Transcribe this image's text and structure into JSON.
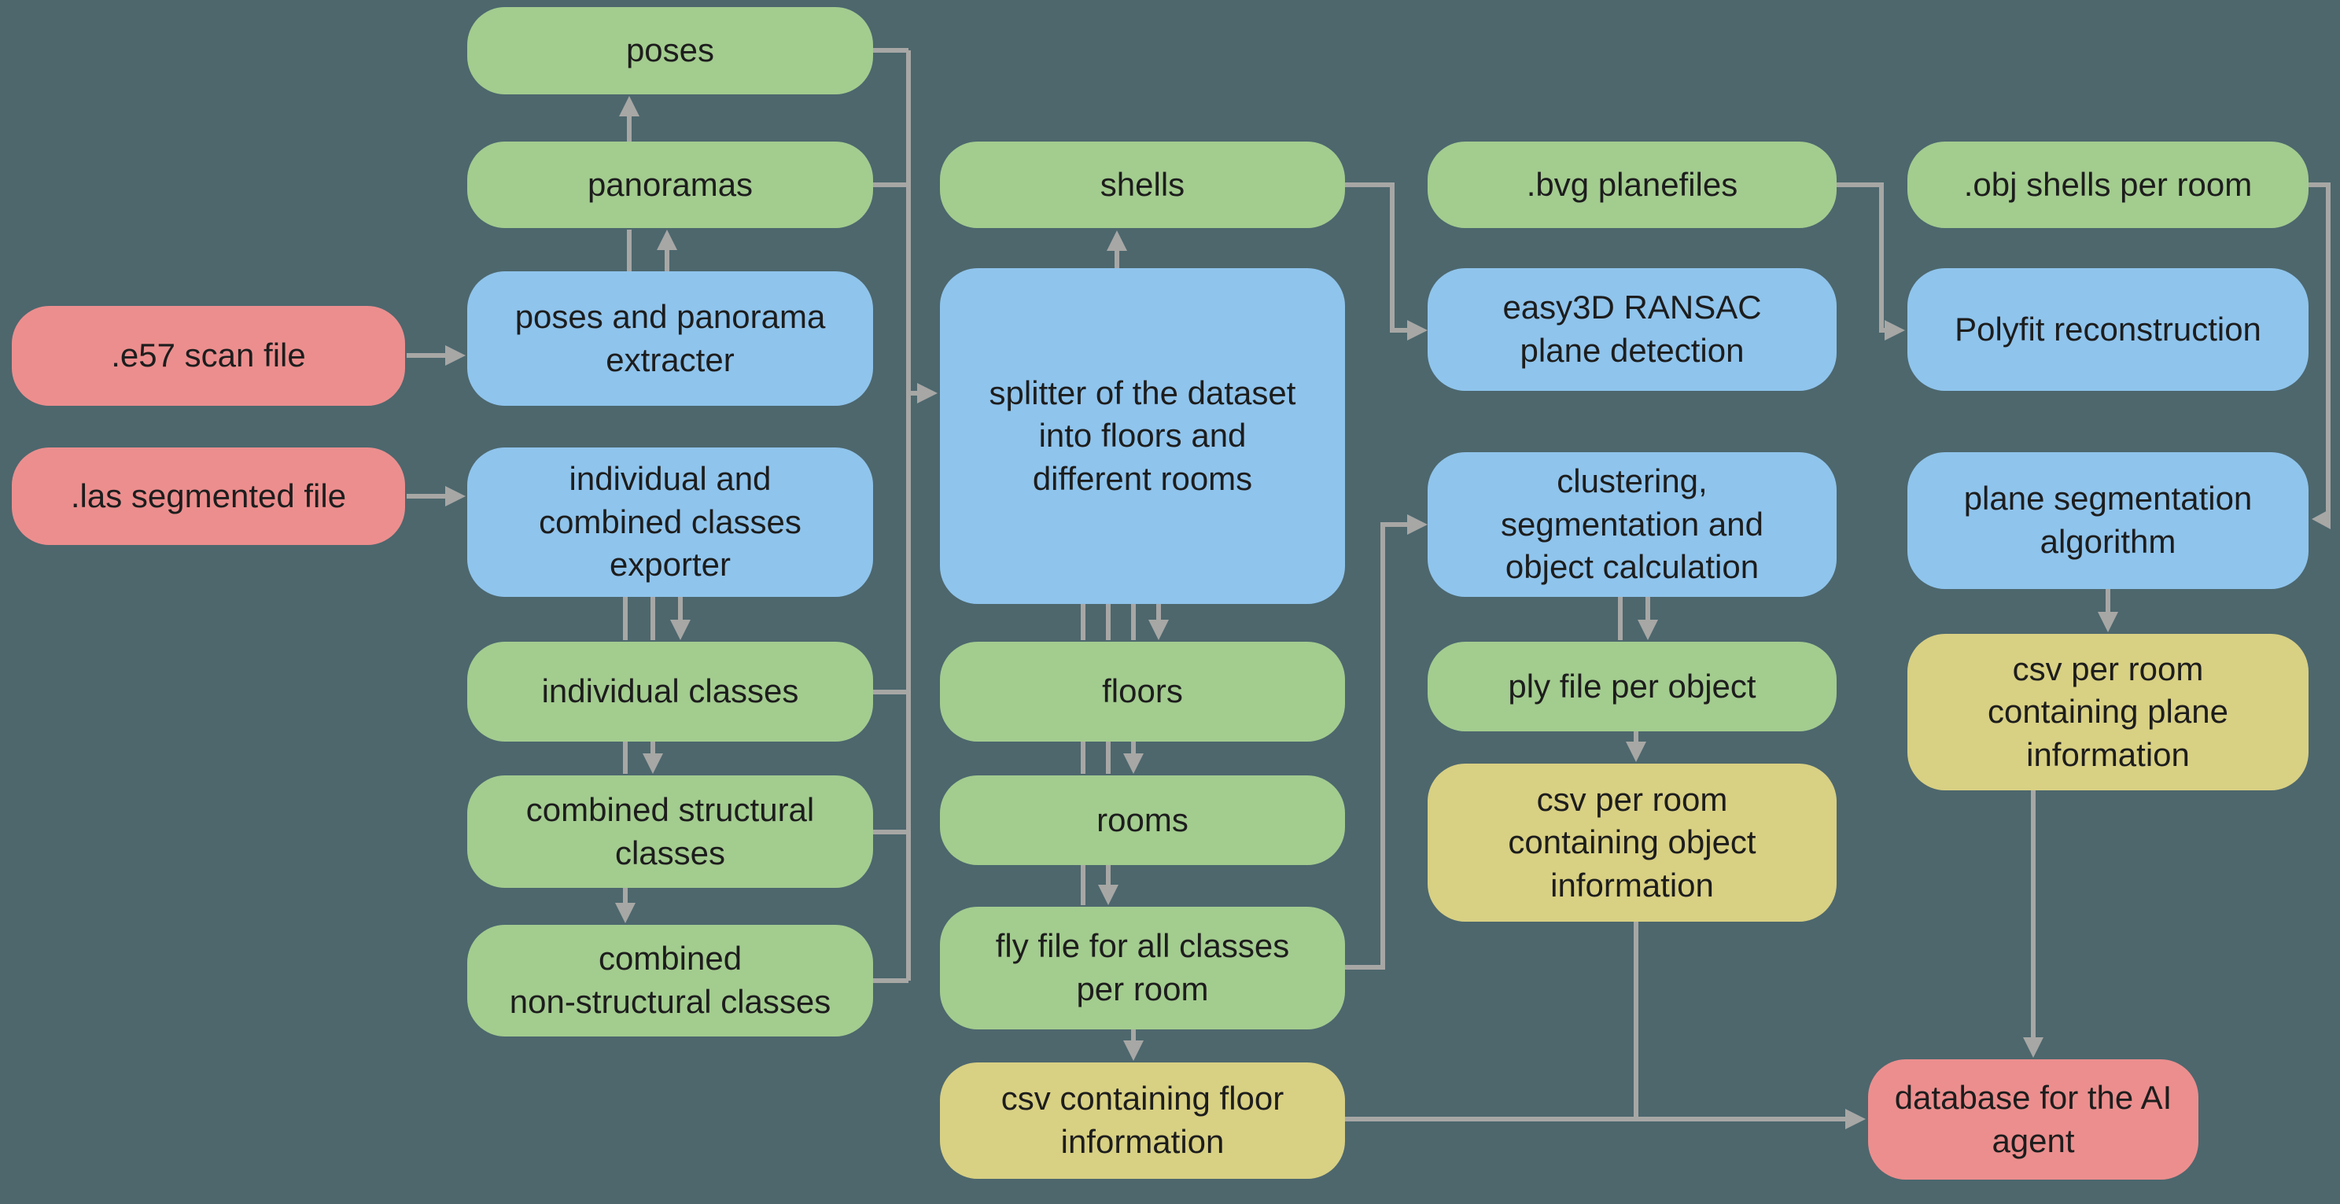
{
  "diagram": {
    "palette": {
      "background": "#4d676d",
      "connector": "#a7a7a5",
      "input_output_box": "#ec8e8e",
      "data_box": "#a3cc8f",
      "process_box": "#8fc4ec",
      "csv_box": "#d8d083",
      "text": "#1d1d1d"
    },
    "nodes": {
      "e57": {
        "label": ".e57 scan file",
        "type": "input"
      },
      "las": {
        "label": ".las segmented file",
        "type": "input"
      },
      "poses": {
        "label": "poses",
        "type": "data"
      },
      "panoramas": {
        "label": "panoramas",
        "type": "data"
      },
      "extracter": {
        "label": "poses and panorama\nextracter",
        "type": "process"
      },
      "exporter": {
        "label": "individual and\ncombined classes\nexporter",
        "type": "process"
      },
      "individual": {
        "label": "individual classes",
        "type": "data"
      },
      "structural": {
        "label": "combined structural\nclasses",
        "type": "data"
      },
      "nonstructural": {
        "label": "combined\nnon-structural classes",
        "type": "data"
      },
      "shells": {
        "label": "shells",
        "type": "data"
      },
      "splitter": {
        "label": "splitter of the dataset\ninto floors and\ndifferent rooms",
        "type": "process"
      },
      "floors": {
        "label": "floors",
        "type": "data"
      },
      "rooms": {
        "label": "rooms",
        "type": "data"
      },
      "flyfile": {
        "label": "fly file for all classes\nper room",
        "type": "data"
      },
      "csvfloor": {
        "label": "csv containing floor\ninformation",
        "type": "csv"
      },
      "bvg": {
        "label": ".bvg planefiles",
        "type": "data"
      },
      "easy3d": {
        "label": "easy3D RANSAC\nplane detection",
        "type": "process"
      },
      "clustering": {
        "label": "clustering,\nsegmentation and\nobject calculation",
        "type": "process"
      },
      "ply": {
        "label": "ply file per object",
        "type": "data"
      },
      "csvobject": {
        "label": "csv per room\ncontaining object\ninformation",
        "type": "csv"
      },
      "obj": {
        "label": ".obj shells per room",
        "type": "data"
      },
      "polyfit": {
        "label": "Polyfit reconstruction",
        "type": "process"
      },
      "planeseg": {
        "label": "plane segmentation\nalgorithm",
        "type": "process"
      },
      "csvplane": {
        "label": "csv per room\ncontaining plane\ninformation",
        "type": "csv"
      },
      "database": {
        "label": "database for the AI\nagent",
        "type": "output"
      }
    }
  }
}
